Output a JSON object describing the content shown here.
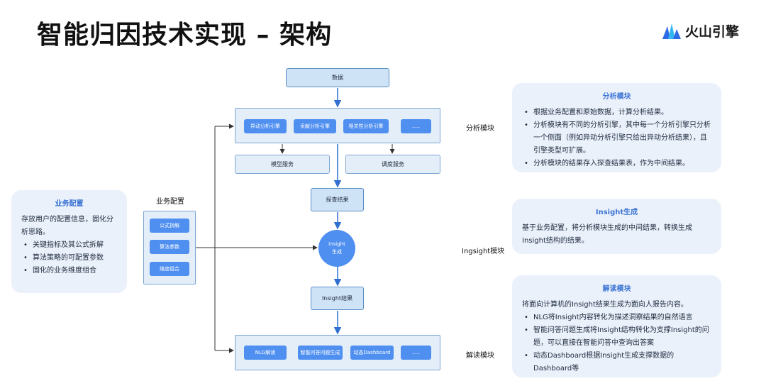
{
  "slide": {
    "title": "智能归因技术实现 – 架构"
  },
  "logo": {
    "icon": "volcano-engine-logo-icon",
    "text": "火山引擎",
    "colors": [
      "#2f6ae6",
      "#35b6f0"
    ]
  },
  "flow": {
    "data_box": "数据",
    "analysis_engines": [
      "异动分析引擎",
      "贡献分析引擎",
      "相关性分析引擎",
      "....."
    ],
    "model_service": "模型服务",
    "schedule_service": "调度服务",
    "explore_result": "探查结果",
    "insight_generate": [
      "Insight",
      "生成"
    ],
    "insight_result": "Insight结果",
    "interpret_items": [
      "NLG解读",
      "智能问答问题生成",
      "动态Dashboard",
      "....."
    ],
    "config_label": "业务配置",
    "config_items": [
      "公式拆解",
      "算法参数",
      "维度组合"
    ],
    "module_labels": {
      "analysis": "分析模块",
      "insight": "Ingsight模块",
      "interpret": "解读模块"
    }
  },
  "cards": {
    "config": {
      "title": "业务配置",
      "text": "存放用户的配置信息，固化分析思路。",
      "bullets": [
        "关键指标及其公式拆解",
        "算法策略的可配置参数",
        "固化的业务维度组合"
      ]
    },
    "analysis": {
      "title": "分析模块",
      "bullets": [
        "根据业务配置和原始数据，计算分析结果。",
        "分析模块有不同的分析引擎，其中每一个分析引擎只分析一个侧面（例如异动分析引擎只给出异动分析结果），且引擎类型可扩展。",
        "分析模块的结果存入探查结果表，作为中间结果。"
      ]
    },
    "insight": {
      "title": "Insight生成",
      "text": "基于业务配置，将分析模块生成的中间结果，转换生成Insight结构的结果。"
    },
    "interpret": {
      "title": "解读模块",
      "text": "将面向计算机的Insight结果生成为面向人报告内容。",
      "bullets": [
        "NLG将Insight内容转化为描述洞察结果的自然语言",
        "智能问答问题生成将Insight结构转化为支撑Insight的问题，可以直接在智能问答中查询出答案",
        "动态Dashboard根据Insight生成支撑数据的Dashboard等"
      ]
    }
  },
  "colors": {
    "arrow": "#2f6fd0",
    "chip": "#4f8ff0",
    "card_title": "#3c74d4"
  }
}
